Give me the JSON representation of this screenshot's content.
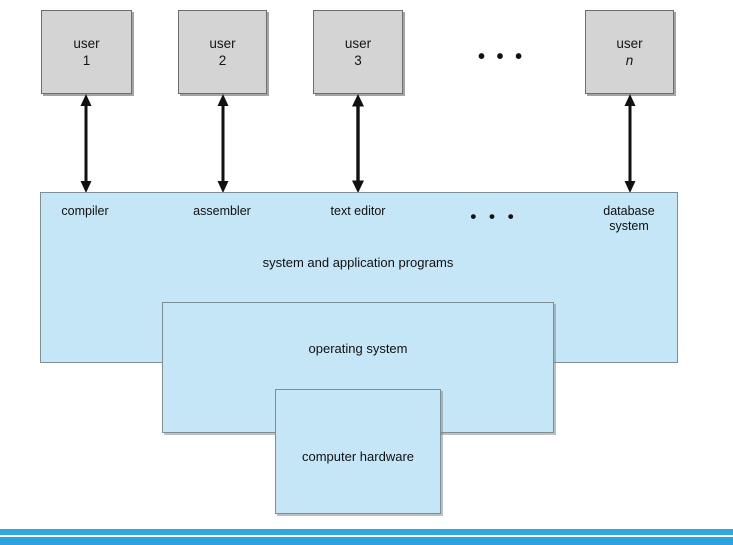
{
  "figure": {
    "title": "operating system structure diagram",
    "colors": {
      "user_box_fill": "#d4d4d4",
      "user_box_border": "#6d6d6d",
      "blue_fill": "#c5e6f7",
      "blue_border": "#7e8e95",
      "bottom_bar": "#2fa8e0",
      "text": "#111111"
    }
  },
  "users": [
    {
      "line1": "user",
      "line2": "1",
      "italic": false
    },
    {
      "line1": "user",
      "line2": "2",
      "italic": false
    },
    {
      "line1": "user",
      "line2": "3",
      "italic": false
    },
    {
      "line1": "user",
      "line2": "n",
      "italic": true
    }
  ],
  "user_ellipsis": "• • •",
  "programs": {
    "items": [
      {
        "label": "compiler"
      },
      {
        "label": "assembler"
      },
      {
        "label": "text editor"
      },
      {
        "label": "database\nsystem"
      }
    ],
    "ellipsis": "• • •",
    "band_label": "system and application programs"
  },
  "layers": {
    "operating_system": "operating system",
    "computer_hardware": "computer hardware"
  }
}
